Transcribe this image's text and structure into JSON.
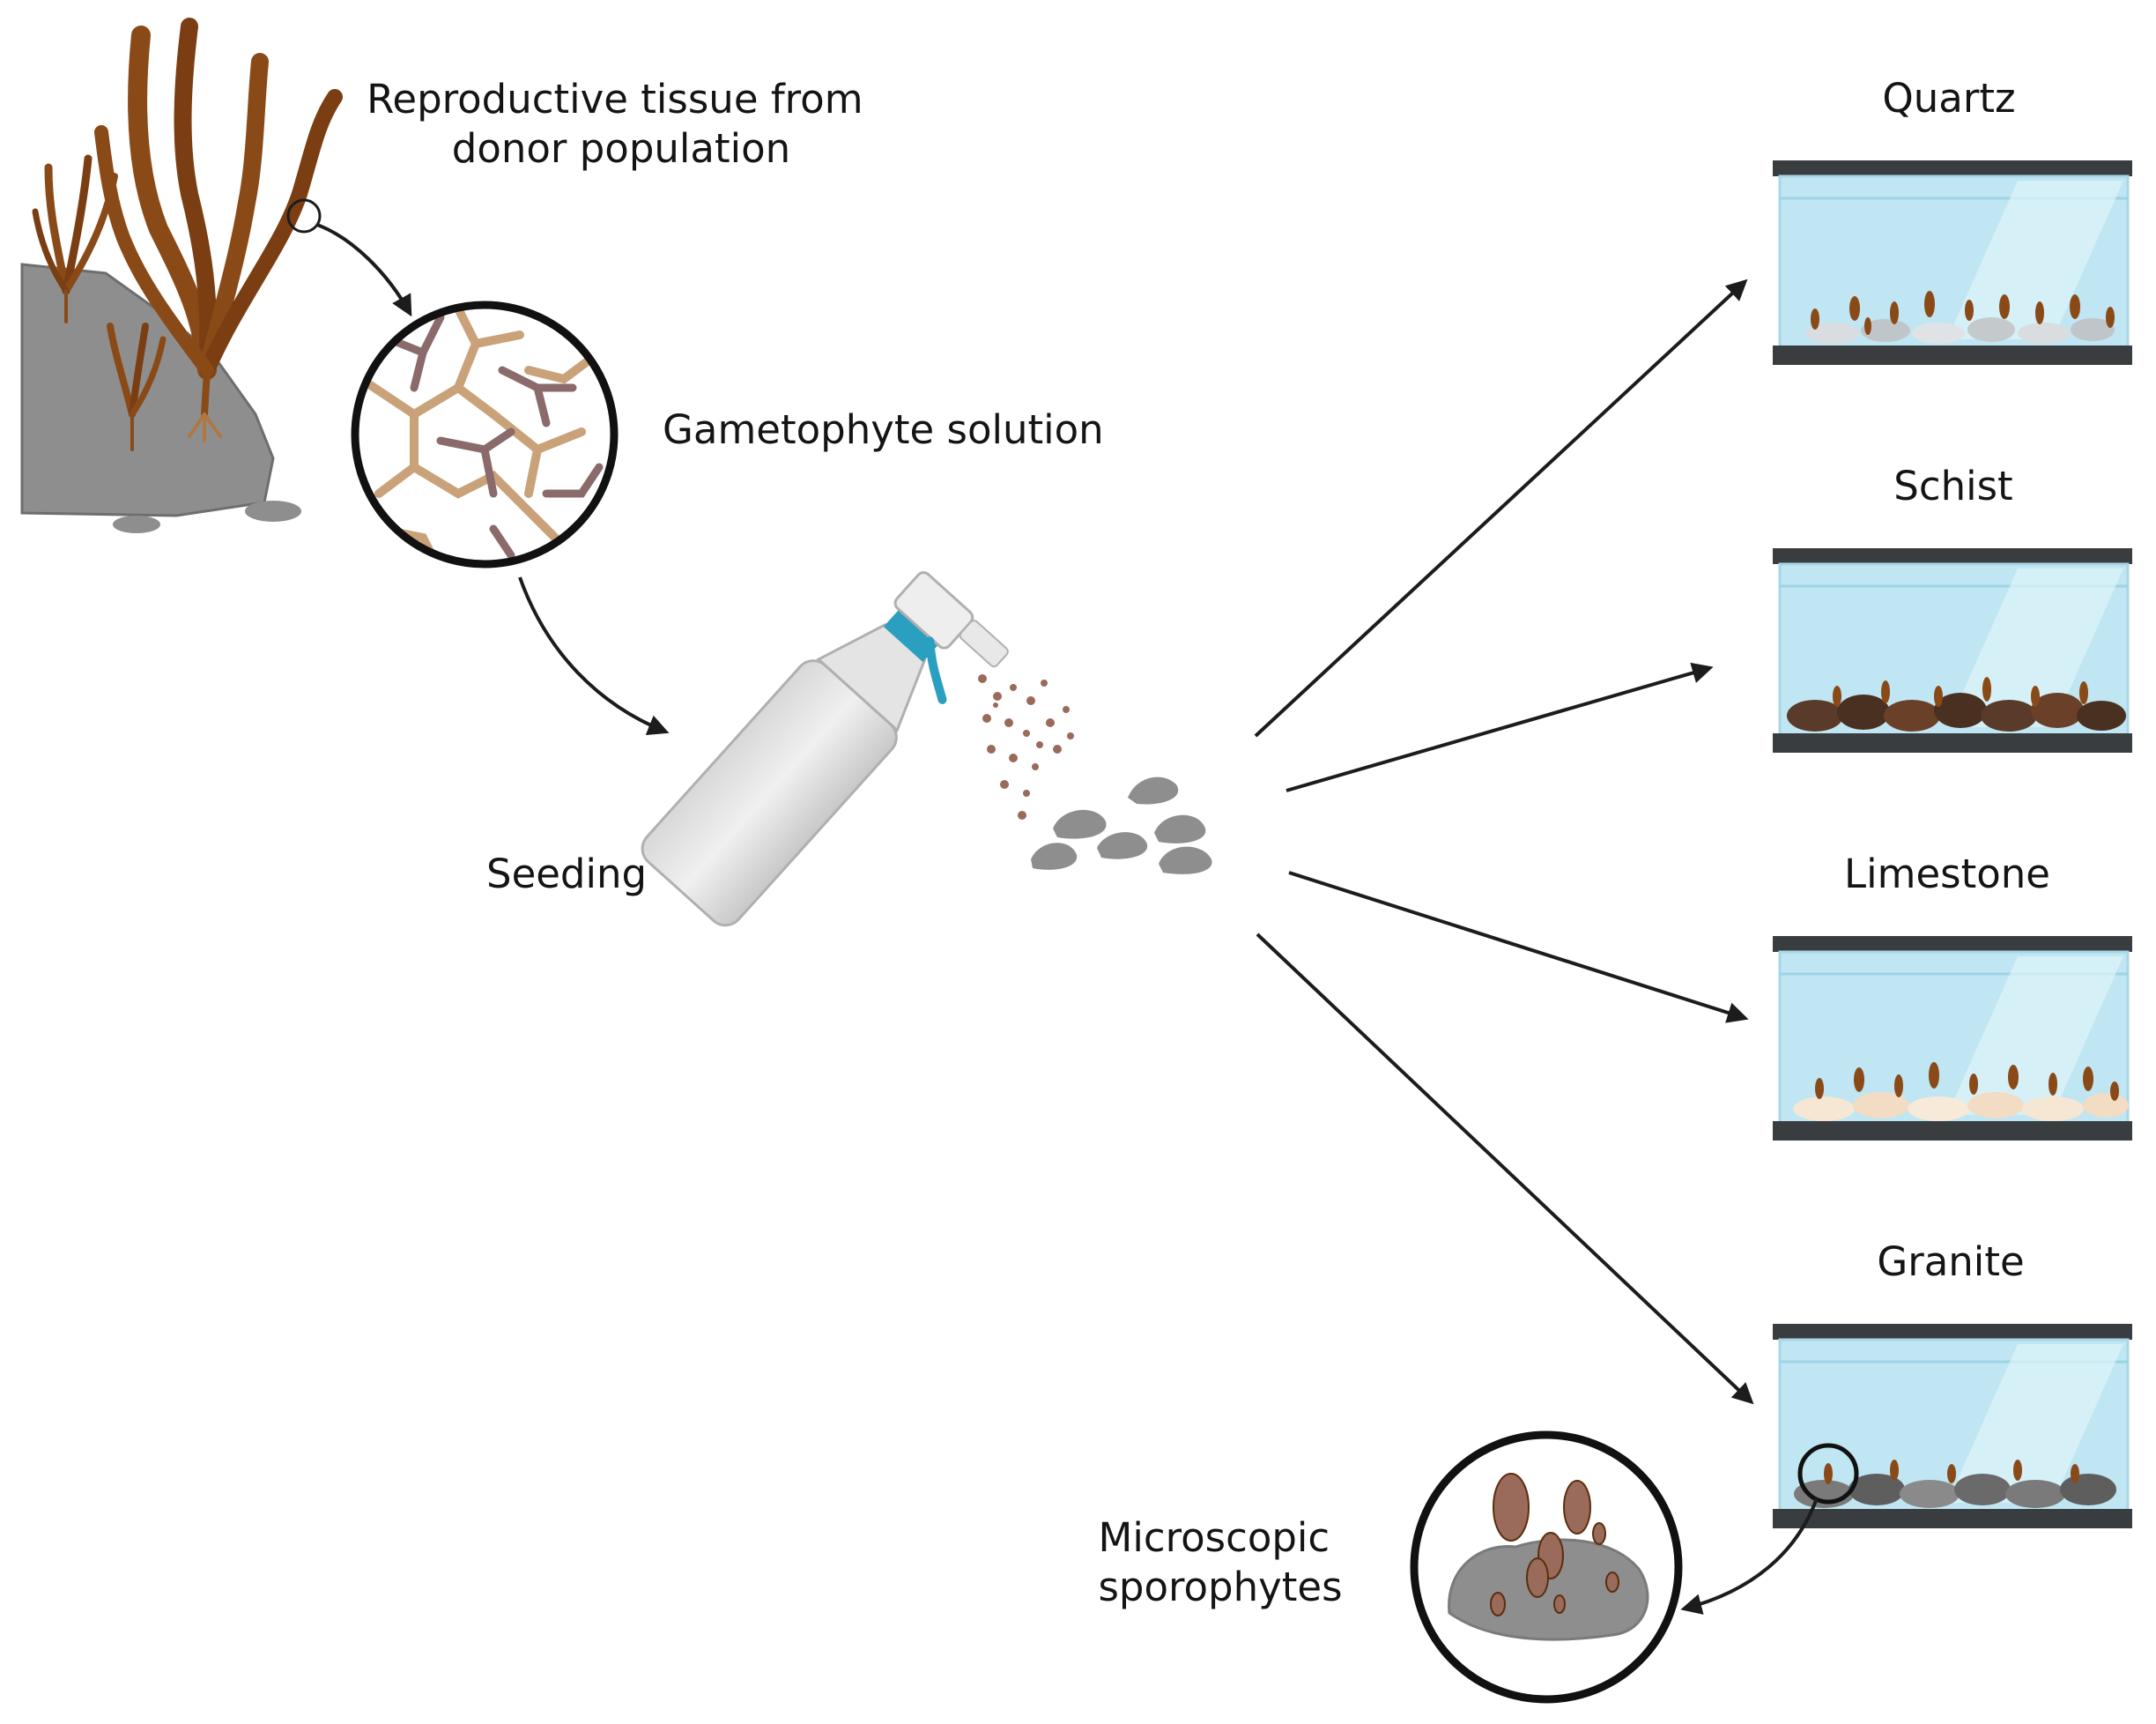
{
  "steps": {
    "donor_label": [
      "Reproductive tissue from",
      "donor population"
    ],
    "gametophyte_label": "Gametophyte solution",
    "seeding_label": "Seeding",
    "sporophyte_label": [
      "Microscopic",
      "sporophytes"
    ]
  },
  "tanks": [
    {
      "substrate": "Quartz"
    },
    {
      "substrate": "Schist"
    },
    {
      "substrate": "Limestone"
    },
    {
      "substrate": "Granite"
    }
  ],
  "colors": {
    "kelp": "#8a4a18",
    "kelp_dark": "#5a2e0e",
    "rock": "#8e8e8e",
    "water": "#bfe6f2",
    "tank_frame": "#3a3d3f",
    "spray_accent": "#2a9fc0",
    "gametophyte_tan": "#c9a27a",
    "gametophyte_mauve": "#8a6a6a",
    "arrow": "#1c1c1c"
  }
}
